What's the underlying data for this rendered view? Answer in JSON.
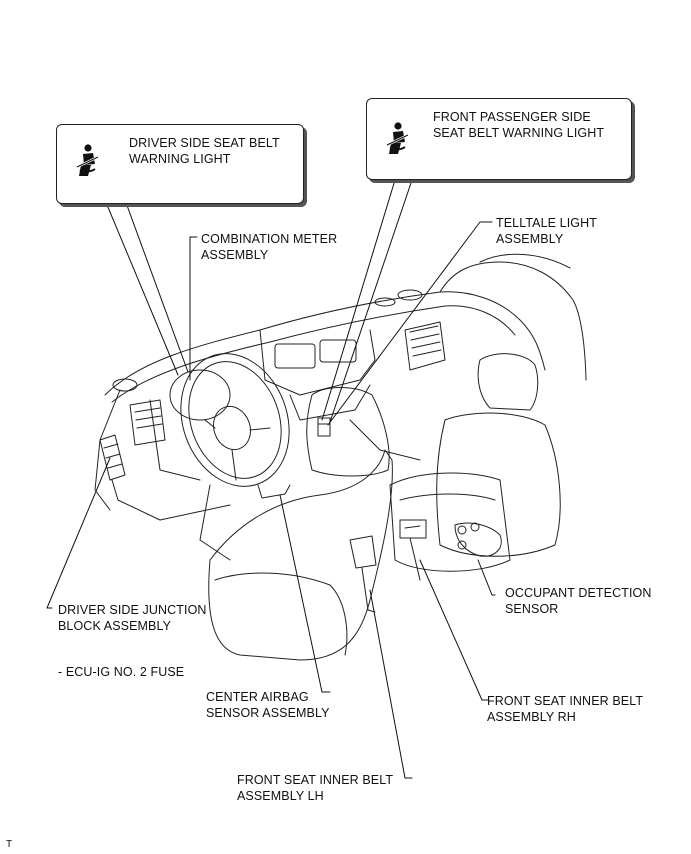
{
  "callouts": {
    "driver_warning": "DRIVER SIDE SEAT BELT\nWARNING LIGHT",
    "passenger_warning": "FRONT PASSENGER SIDE\nSEAT BELT WARNING LIGHT"
  },
  "labels": {
    "combination_meter": "COMBINATION METER\nASSEMBLY",
    "telltale": "TELLTALE LIGHT\nASSEMBLY",
    "junction_block": "DRIVER SIDE JUNCTION\nBLOCK ASSEMBLY",
    "fuse": "- ECU-IG NO. 2 FUSE",
    "center_airbag": "CENTER AIRBAG\nSENSOR ASSEMBLY",
    "occupant_sensor": "OCCUPANT DETECTION\nSENSOR",
    "inner_belt_rh": "FRONT SEAT INNER BELT\nASSEMBLY RH",
    "inner_belt_lh": "FRONT SEAT INNER BELT\nASSEMBLY LH"
  },
  "footer_code": "T",
  "icons": [
    "seat-belt-warning-icon"
  ]
}
